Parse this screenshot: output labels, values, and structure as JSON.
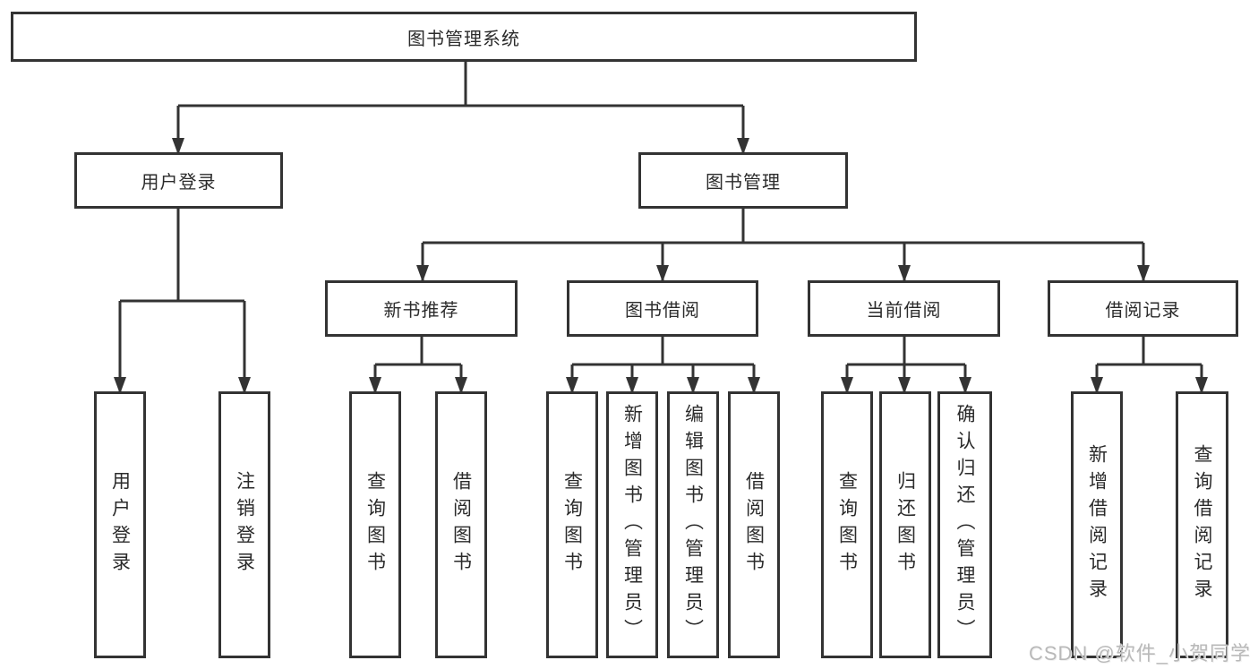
{
  "tree": {
    "root": {
      "label": "图书管理系统"
    },
    "userLogin": {
      "label": "用户登录",
      "children": [
        "用户登录",
        "注销登录"
      ]
    },
    "bookMgmt": {
      "label": "图书管理"
    },
    "newBookRec": {
      "label": "新书推荐",
      "children": [
        "查询图书",
        "借阅图书"
      ]
    },
    "bookBorrow": {
      "label": "图书借阅",
      "children": [
        "查询图书",
        "新增图书（管理员）",
        "编辑图书（管理员）",
        "借阅图书"
      ]
    },
    "currentBorrow": {
      "label": "当前借阅",
      "children": [
        "查询图书",
        "归还图书",
        "确认归还（管理员）"
      ]
    },
    "borrowRecords": {
      "label": "借阅记录",
      "children": [
        "新增借阅记录",
        "查询借阅记录"
      ]
    },
    "line_color": "#333333"
  },
  "watermark": {
    "text": "CSDN @软件_小贺同学"
  }
}
